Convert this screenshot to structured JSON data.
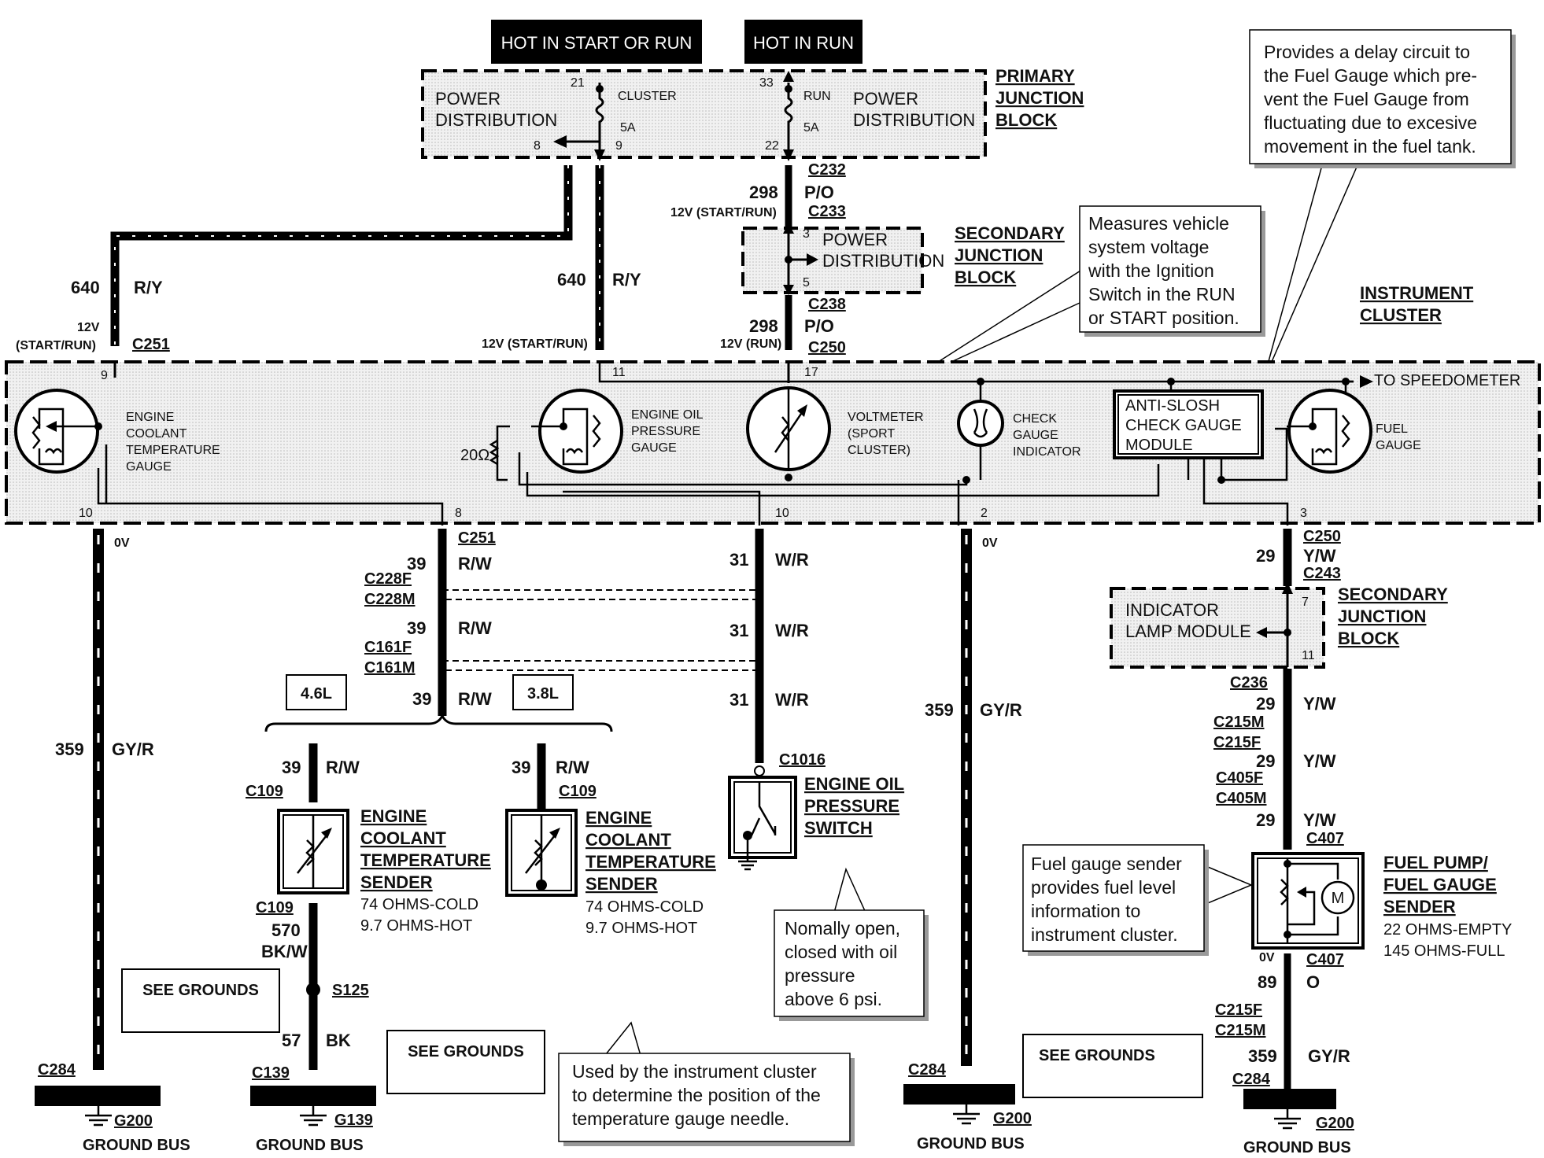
{
  "headers": {
    "hot_start_run": "HOT IN START OR RUN",
    "hot_run": "HOT IN RUN"
  },
  "primary_junction": {
    "title_1": "PRIMARY",
    "title_2": "JUNCTION",
    "title_3": "BLOCK",
    "left_label_1": "POWER",
    "left_label_2": "DISTRIBUTION",
    "right_label_1": "POWER",
    "right_label_2": "DISTRIBUTION",
    "cluster_fuse": "CLUSTER",
    "cluster_amps": "5A",
    "run_fuse": "RUN",
    "run_amps": "5A",
    "pin_21": "21",
    "pin_8": "8",
    "pin_9": "9",
    "pin_33": "33",
    "pin_22": "22"
  },
  "secondary_junction_top": {
    "title_1": "SECONDARY",
    "title_2": "JUNCTION",
    "title_3": "BLOCK",
    "label_1": "POWER",
    "label_2": "DISTRIBUTION",
    "pin_3": "3",
    "pin_5": "5"
  },
  "secondary_junction_bot": {
    "title_1": "SECONDARY",
    "title_2": "JUNCTION",
    "title_3": "BLOCK",
    "label_1": "INDICATOR",
    "label_2": "LAMP MODULE",
    "pin_7": "7",
    "pin_11": "11"
  },
  "instrument_cluster": {
    "title_1": "INSTRUMENT",
    "title_2": "CLUSTER",
    "to_speedometer": "TO SPEEDOMETER",
    "pin_9": "9",
    "pin_11": "11",
    "pin_17": "17",
    "pin_10a": "10",
    "pin_8": "8",
    "pin_10b": "10",
    "pin_2": "2",
    "pin_3": "3"
  },
  "gauges": {
    "coolant_1": "ENGINE",
    "coolant_2": "COOLANT",
    "coolant_3": "TEMPERATURE",
    "coolant_4": "GAUGE",
    "oil_1": "ENGINE OIL",
    "oil_2": "PRESSURE",
    "oil_3": "GAUGE",
    "resistor_20": "20Ω",
    "volt_1": "VOLTMETER",
    "volt_2": "(SPORT",
    "volt_3": "CLUSTER)",
    "check_1": "CHECK",
    "check_2": "GAUGE",
    "check_3": "INDICATOR",
    "slosh_1": "ANTI-SLOSH",
    "slosh_2": "CHECK GAUGE",
    "slosh_3": "MODULE",
    "fuel_1": "FUEL",
    "fuel_2": "GAUGE"
  },
  "wires": {
    "w640_left_num": "640",
    "w640_left_color": "R/Y",
    "left_12v": "12V",
    "left_start_run": "(START/RUN)",
    "w640_center_num": "640",
    "w640_center_color": "R/Y",
    "center_12v": "12V (START/RUN)",
    "w298_top_num": "298",
    "w298_top_color": "P/O",
    "start_run_12v": "12V (START/RUN)",
    "w298_bot_num": "298",
    "w298_bot_color": "P/O",
    "run_12v": "12V (RUN)",
    "left_0v": "0V",
    "center_0v": "0V",
    "right_0v": "0V",
    "w359_left_num": "359",
    "w359_left_color": "GY/R",
    "w39_a_num": "39",
    "w39_a_color": "R/W",
    "w39_b_num": "39",
    "w39_b_color": "R/W",
    "w39_c_num": "39",
    "w39_c_color": "R/W",
    "w39_d_num": "39",
    "w39_d_color": "R/W",
    "w39_e_num": "39",
    "w39_e_color": "R/W",
    "w570_num": "570",
    "w570_color": "BK/W",
    "w57_num": "57",
    "w57_color": "BK",
    "w31_a_num": "31",
    "w31_a_color": "W/R",
    "w31_b_num": "31",
    "w31_b_color": "W/R",
    "w31_c_num": "31",
    "w31_c_color": "W/R",
    "w359_center_num": "359",
    "w359_center_color": "GY/R",
    "w29_a_num": "29",
    "w29_a_color": "Y/W",
    "w29_b_num": "29",
    "w29_b_color": "Y/W",
    "w29_c_num": "29",
    "w29_c_color": "Y/W",
    "w29_d_num": "29",
    "w29_d_color": "Y/W",
    "w89_num": "89",
    "w89_color": "O",
    "w359_right_num": "359",
    "w359_right_color": "GY/R"
  },
  "connectors": {
    "c232": "C232",
    "c233": "C233",
    "c238": "C238",
    "c250_top": "C250",
    "c251_top": "C251",
    "c251_bot": "C251",
    "c228f": "C228F",
    "c228m": "C228M",
    "c161f": "C161F",
    "c161m": "C161M",
    "c109_a": "C109",
    "c109_b": "C109",
    "c109_c": "C109",
    "s125": "S125",
    "c139": "C139",
    "c1016": "C1016",
    "c250_bot": "C250",
    "c243": "C243",
    "c236": "C236",
    "c215m_a": "C215M",
    "c215f_a": "C215F",
    "c405f": "C405F",
    "c405m": "C405M",
    "c407_top": "C407",
    "c407_bot": "C407",
    "c215f_b": "C215F",
    "c215m_b": "C215M",
    "c284_a": "C284",
    "c284_b": "C284",
    "c284_c": "C284"
  },
  "engines": {
    "e46": "4.6L",
    "e38": "3.8L"
  },
  "senders": {
    "left_title_1": "ENGINE",
    "left_title_2": "COOLANT",
    "left_title_3": "TEMPERATURE",
    "left_title_4": "SENDER",
    "left_spec_1": "74 OHMS-COLD",
    "left_spec_2": "9.7 OHMS-HOT",
    "right_title_1": "ENGINE",
    "right_title_2": "COOLANT",
    "right_title_3": "TEMPERATURE",
    "right_title_4": "SENDER",
    "right_spec_1": "74 OHMS-COLD",
    "right_spec_2": "9.7 OHMS-HOT",
    "fuel_title_1": "FUEL PUMP/",
    "fuel_title_2": "FUEL GAUGE",
    "fuel_title_3": "SENDER",
    "fuel_spec_1": "22 OHMS-EMPTY",
    "fuel_spec_2": "145 OHMS-FULL",
    "fuel_motor_label": "M"
  },
  "switch_oil": {
    "title_1": "ENGINE OIL",
    "title_2": "PRESSURE",
    "title_3": "SWITCH"
  },
  "callouts": {
    "delay_1": "Provides a delay circuit to",
    "delay_2": "the Fuel Gauge which pre-",
    "delay_3": "vent the Fuel Gauge from",
    "delay_4": "fluctuating due to excesive",
    "delay_5": "movement in the fuel tank.",
    "voltage_1": "Measures vehicle",
    "voltage_2": "system voltage",
    "voltage_3": "with the Ignition",
    "voltage_4": "Switch in the RUN",
    "voltage_5": "or START position.",
    "fuel_1": "Fuel gauge sender",
    "fuel_2": "provides fuel level",
    "fuel_3": "information to",
    "fuel_4": "instrument cluster.",
    "oil_1": "Nomally open,",
    "oil_2": "closed with oil",
    "oil_3": "pressure",
    "oil_4": "above 6 psi.",
    "temp_1": "Used by the instrument cluster",
    "temp_2": "to determine the position of the",
    "temp_3": "temperature gauge needle."
  },
  "grounds": {
    "see_grounds_1": "SEE GROUNDS",
    "see_grounds_2": "SEE GROUNDS",
    "see_grounds_3": "SEE GROUNDS",
    "g200_a": "G200",
    "g139": "G139",
    "g200_b": "G200",
    "g200_c": "G200",
    "bus_label_1": "GROUND BUS",
    "bus_label_2": "GROUND BUS",
    "bus_label_3": "GROUND BUS",
    "bus_label_4": "GROUND BUS"
  }
}
